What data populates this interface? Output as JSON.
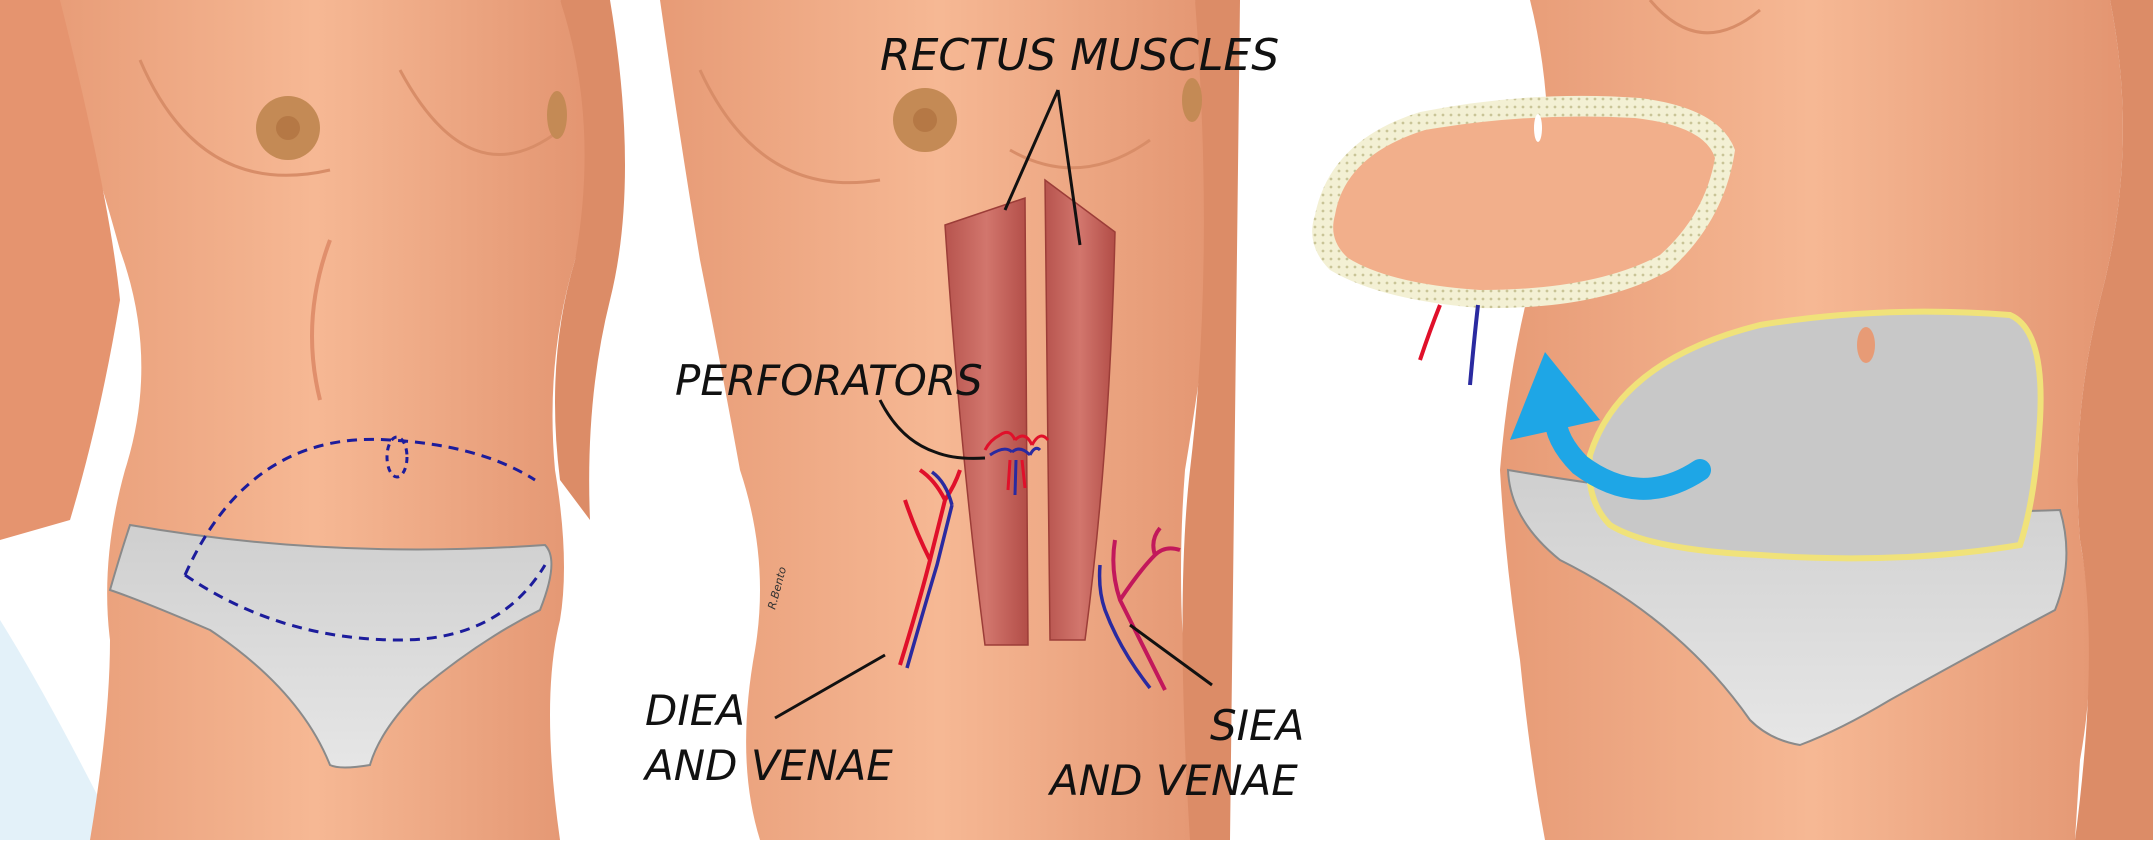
{
  "labels": {
    "rectus_muscles": "RECTUS MUSCLES",
    "perforators": "PERFORATORS",
    "diea_line1": "DIEA",
    "diea_line2": "AND VENAE",
    "siea_line1": "SIEA",
    "siea_line2": "AND VENAE",
    "signature": "R.Bento"
  },
  "colors": {
    "skin": "#f0ab86",
    "skin_shadow": "#d98b66",
    "nipple": "#c48a55",
    "underwear": "#d9d9d9",
    "muscle": "#c8645d",
    "artery": "#e0102a",
    "vein": "#2a2aa0",
    "incision": "#1c1c9c",
    "flap_outline": "#f0e27a",
    "arrow": "#1ea6e6",
    "label": "#111111"
  }
}
